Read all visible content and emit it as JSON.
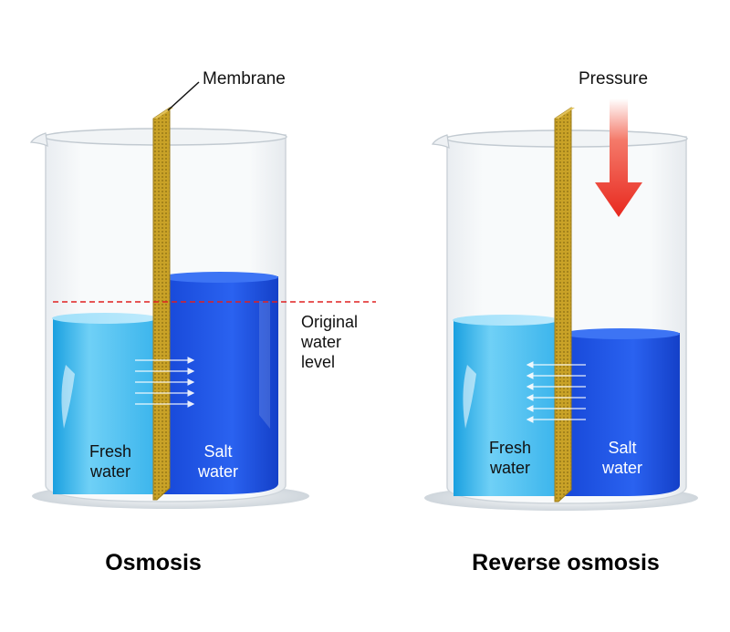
{
  "labels": {
    "membrane": "Membrane",
    "pressure": "Pressure",
    "original_level": [
      "Original",
      "water",
      "level"
    ],
    "fresh_water": [
      "Fresh",
      "water"
    ],
    "salt_water": [
      "Salt",
      "water"
    ]
  },
  "titles": {
    "left": "Osmosis",
    "right": "Reverse osmosis"
  },
  "colors": {
    "fresh_water": "#4fc3f0",
    "salt_water": "#1d55e8",
    "membrane": "#c9a227",
    "pressure_arrow": "#e8281e",
    "original_level_line": "#e02020"
  }
}
